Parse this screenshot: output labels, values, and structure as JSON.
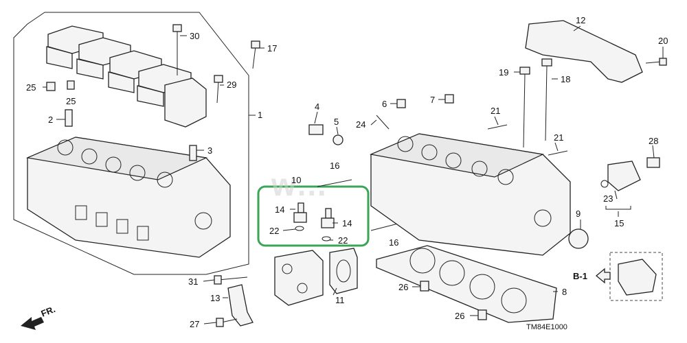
{
  "callouts": {
    "c1": "1",
    "c2": "2",
    "c3": "3",
    "c4": "4",
    "c5": "5",
    "c6": "6",
    "c7": "7",
    "c8": "8",
    "c9": "9",
    "c11": "11",
    "c12": "12",
    "c13": "13",
    "c14a": "14",
    "c14b": "14",
    "c15": "15",
    "c16a": "16",
    "c16b": "16",
    "c17": "17",
    "c18": "18",
    "c19": "19",
    "c20": "20",
    "c21a": "21",
    "c21b": "21",
    "c22a": "22",
    "c22b": "22",
    "c23": "23",
    "c24": "24",
    "c25a": "25",
    "c25b": "25",
    "c26a": "26",
    "c26b": "26",
    "c27": "27",
    "c28": "28",
    "c29": "29",
    "c30": "30",
    "c31": "31",
    "c10": "10"
  },
  "labels": {
    "front": "FR.",
    "view_ref": "B-1",
    "diagram_code": "TM84E1000",
    "watermark": "w…"
  },
  "colors": {
    "highlight": "#3aa655",
    "line": "#222222"
  }
}
